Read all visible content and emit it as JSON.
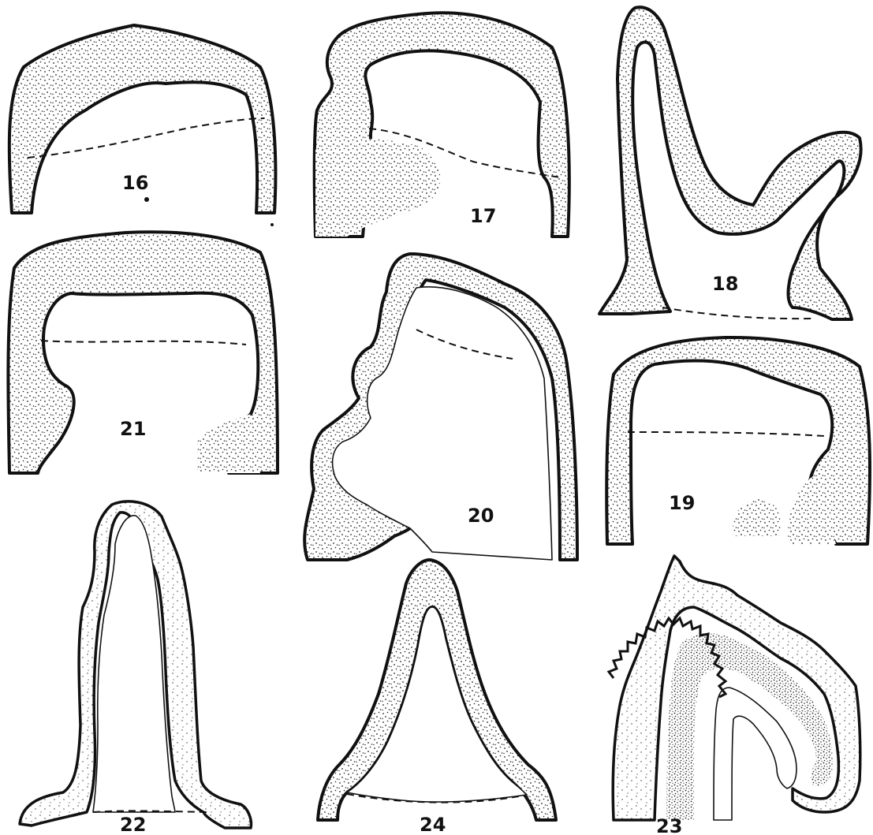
{
  "figures": [
    {
      "id": "fig-16",
      "label": "16"
    },
    {
      "id": "fig-17",
      "label": "17"
    },
    {
      "id": "fig-18",
      "label": "18"
    },
    {
      "id": "fig-19",
      "label": "19"
    },
    {
      "id": "fig-20",
      "label": "20"
    },
    {
      "id": "fig-21",
      "label": "21"
    },
    {
      "id": "fig-22",
      "label": "22"
    },
    {
      "id": "fig-23",
      "label": "23"
    },
    {
      "id": "fig-24",
      "label": "24"
    }
  ]
}
